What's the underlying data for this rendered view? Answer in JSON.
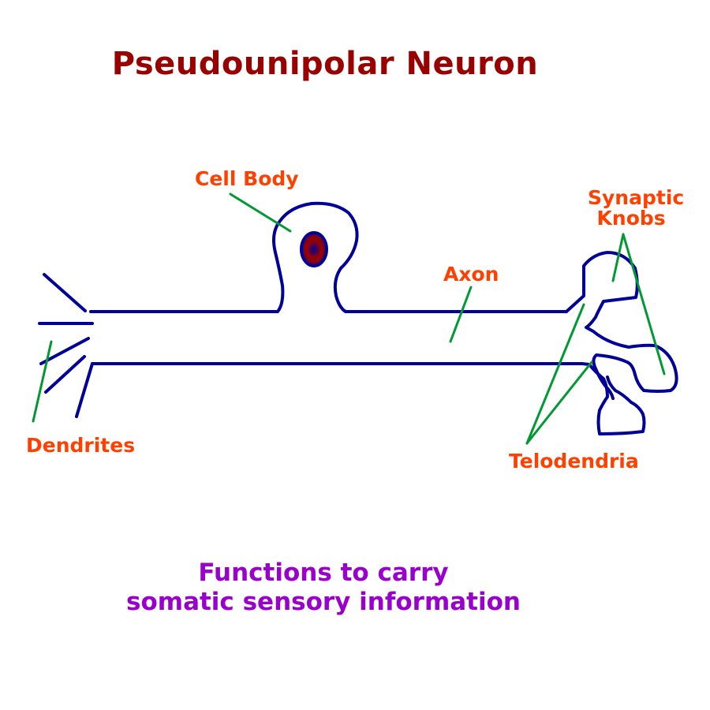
{
  "title": "Pseudounipolar Neuron",
  "labels": {
    "cell_body": "Cell Body",
    "synaptic_knobs_line1": "Synaptic",
    "synaptic_knobs_line2": "Knobs",
    "axon": "Axon",
    "dendrites": "Dendrites",
    "telodendria": "Telodendria"
  },
  "caption": {
    "line1": "Functions to carry",
    "line2": "somatic sensory information"
  },
  "colors": {
    "title": "#990000",
    "label": "#ff4000",
    "caption": "#9900cc",
    "outline": "#000099",
    "pointer": "#009933",
    "nucleus_fill": "#990000"
  }
}
